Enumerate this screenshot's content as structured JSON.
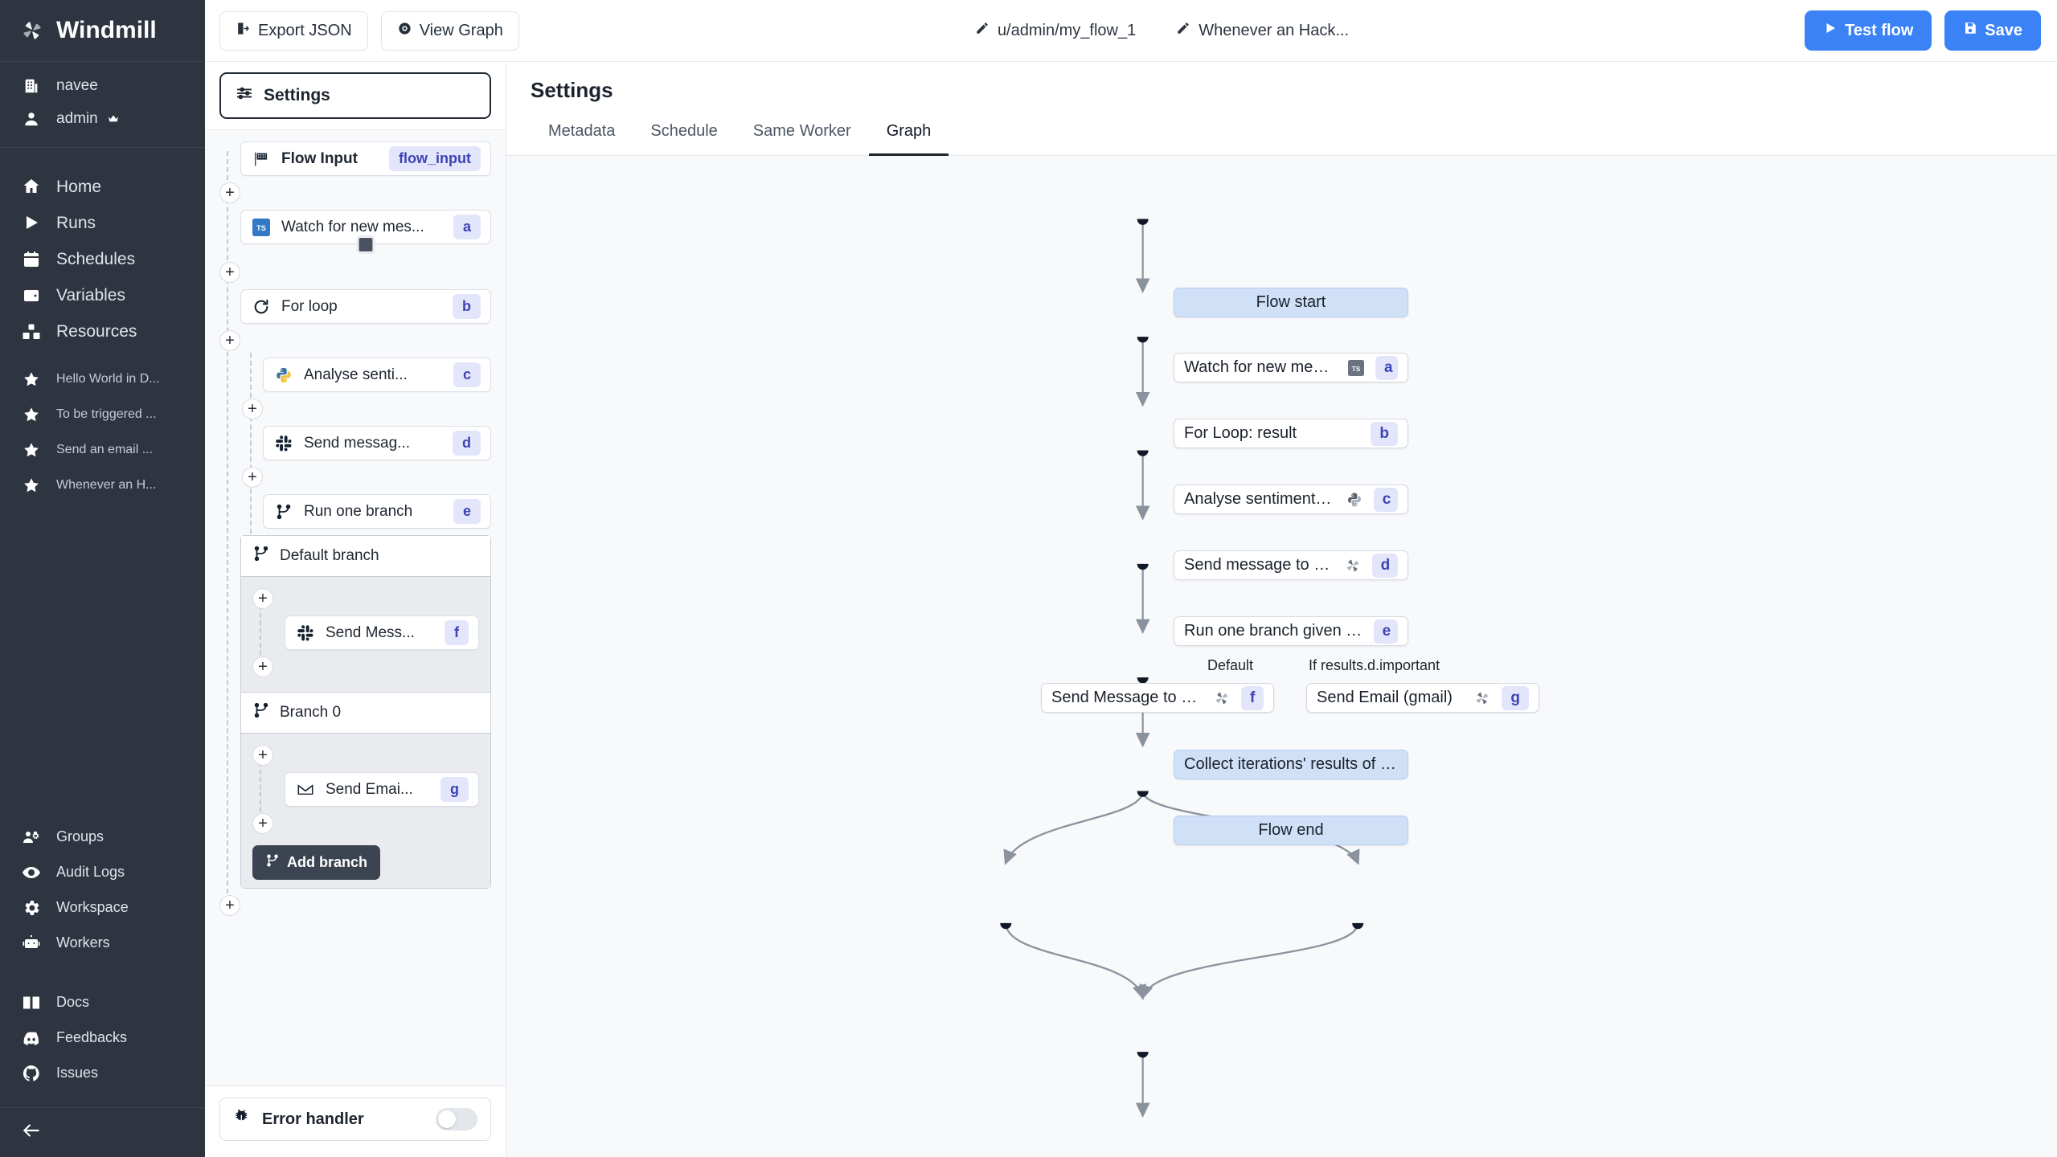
{
  "sidebar": {
    "brand": "Windmill",
    "workspace": {
      "label": "navee",
      "icon": "building-icon"
    },
    "user": {
      "label": "admin",
      "icon": "user-icon",
      "badge": "crown-icon"
    },
    "main_items": [
      {
        "label": "Home",
        "icon": "home-icon"
      },
      {
        "label": "Runs",
        "icon": "play-icon"
      },
      {
        "label": "Schedules",
        "icon": "calendar-icon"
      },
      {
        "label": "Variables",
        "icon": "wallet-icon"
      },
      {
        "label": "Resources",
        "icon": "boxes-icon"
      }
    ],
    "favorites": [
      {
        "label": "Hello World in D...",
        "icon": "star-icon"
      },
      {
        "label": "To be triggered ...",
        "icon": "star-icon"
      },
      {
        "label": "Send an email ...",
        "icon": "star-icon"
      },
      {
        "label": "Whenever an H...",
        "icon": "star-icon"
      }
    ],
    "admin_items": [
      {
        "label": "Groups",
        "icon": "groups-icon"
      },
      {
        "label": "Audit Logs",
        "icon": "eye-icon"
      },
      {
        "label": "Workspace",
        "icon": "gear-icon"
      },
      {
        "label": "Workers",
        "icon": "robot-icon"
      }
    ],
    "link_items": [
      {
        "label": "Docs",
        "icon": "book-icon"
      },
      {
        "label": "Feedbacks",
        "icon": "discord-icon"
      },
      {
        "label": "Issues",
        "icon": "github-icon"
      }
    ],
    "collapse": {
      "icon": "arrow-left-icon"
    }
  },
  "topbar": {
    "export_json": "Export JSON",
    "view_graph": "View Graph",
    "path": "u/admin/my_flow_1",
    "summary": "Whenever an Hack...",
    "test_flow": "Test flow",
    "save": "Save"
  },
  "flow_editor": {
    "settings_button": "Settings",
    "flow_input": {
      "label": "Flow Input",
      "chip": "flow_input",
      "icon": "flag-icon"
    },
    "steps": [
      {
        "label": "Watch for new mes...",
        "chip": "a",
        "icon": "typescript-icon"
      },
      {
        "label": "For loop",
        "chip": "b",
        "icon": "loop-icon"
      },
      {
        "label": "Analyse senti...",
        "chip": "c",
        "icon": "python-icon"
      },
      {
        "label": "Send messag...",
        "chip": "d",
        "icon": "slack-icon"
      },
      {
        "label": "Run one branch",
        "chip": "e",
        "icon": "branch-icon"
      }
    ],
    "branches": [
      {
        "title": "Default branch",
        "icon": "branch-icon",
        "steps": [
          {
            "label": "Send Mess...",
            "chip": "f",
            "icon": "slack-icon"
          }
        ]
      },
      {
        "title": "Branch 0",
        "icon": "branch-icon",
        "steps": [
          {
            "label": "Send Emai...",
            "chip": "g",
            "icon": "gmail-icon"
          }
        ]
      }
    ],
    "add_branch": "Add branch",
    "error_handler": {
      "label": "Error handler",
      "icon": "bug-icon",
      "enabled": false
    }
  },
  "main": {
    "title": "Settings",
    "tabs": [
      {
        "label": "Metadata",
        "active": false
      },
      {
        "label": "Schedule",
        "active": false
      },
      {
        "label": "Same Worker",
        "active": false
      },
      {
        "label": "Graph",
        "active": true
      }
    ]
  },
  "graph": {
    "nodes": [
      {
        "id": "start",
        "label": "Flow start",
        "kind": "virtual",
        "chip": "",
        "icon": ""
      },
      {
        "id": "a",
        "label": "Watch for new message with mentio...",
        "kind": "step",
        "chip": "a",
        "icon": "typescript-icon"
      },
      {
        "id": "b",
        "label": "For Loop: result",
        "kind": "step",
        "chip": "b",
        "icon": ""
      },
      {
        "id": "c",
        "label": "Analyse sentiment with nltk",
        "kind": "step",
        "chip": "c",
        "icon": "python-icon"
      },
      {
        "id": "d",
        "label": "Send message to slack",
        "kind": "step",
        "chip": "d",
        "icon": "slack-icon"
      },
      {
        "id": "e",
        "label": "Run one branch given predicate",
        "kind": "step",
        "chip": "e",
        "icon": ""
      },
      {
        "id": "f",
        "label": "Send Message to Channel (slack)",
        "kind": "step",
        "chip": "f",
        "icon": "slack-icon"
      },
      {
        "id": "g",
        "label": "Send Email (gmail)",
        "kind": "step",
        "chip": "g",
        "icon": "slack-icon"
      },
      {
        "id": "collect",
        "label": "Collect iterations' results of For Loop b",
        "kind": "virtual",
        "chip": "",
        "icon": ""
      },
      {
        "id": "end",
        "label": "Flow end",
        "kind": "virtual",
        "chip": "",
        "icon": ""
      }
    ],
    "edge_labels": [
      {
        "id": "default",
        "label": "Default"
      },
      {
        "id": "predicate",
        "label": "If results.d.important"
      }
    ]
  },
  "colors": {
    "sidebar_bg": "#2e3440",
    "accent": "#3b82f6",
    "chip_bg": "#e3e6fb",
    "chip_fg": "#3d42b5",
    "virtual_node": "#cfe0f7"
  }
}
